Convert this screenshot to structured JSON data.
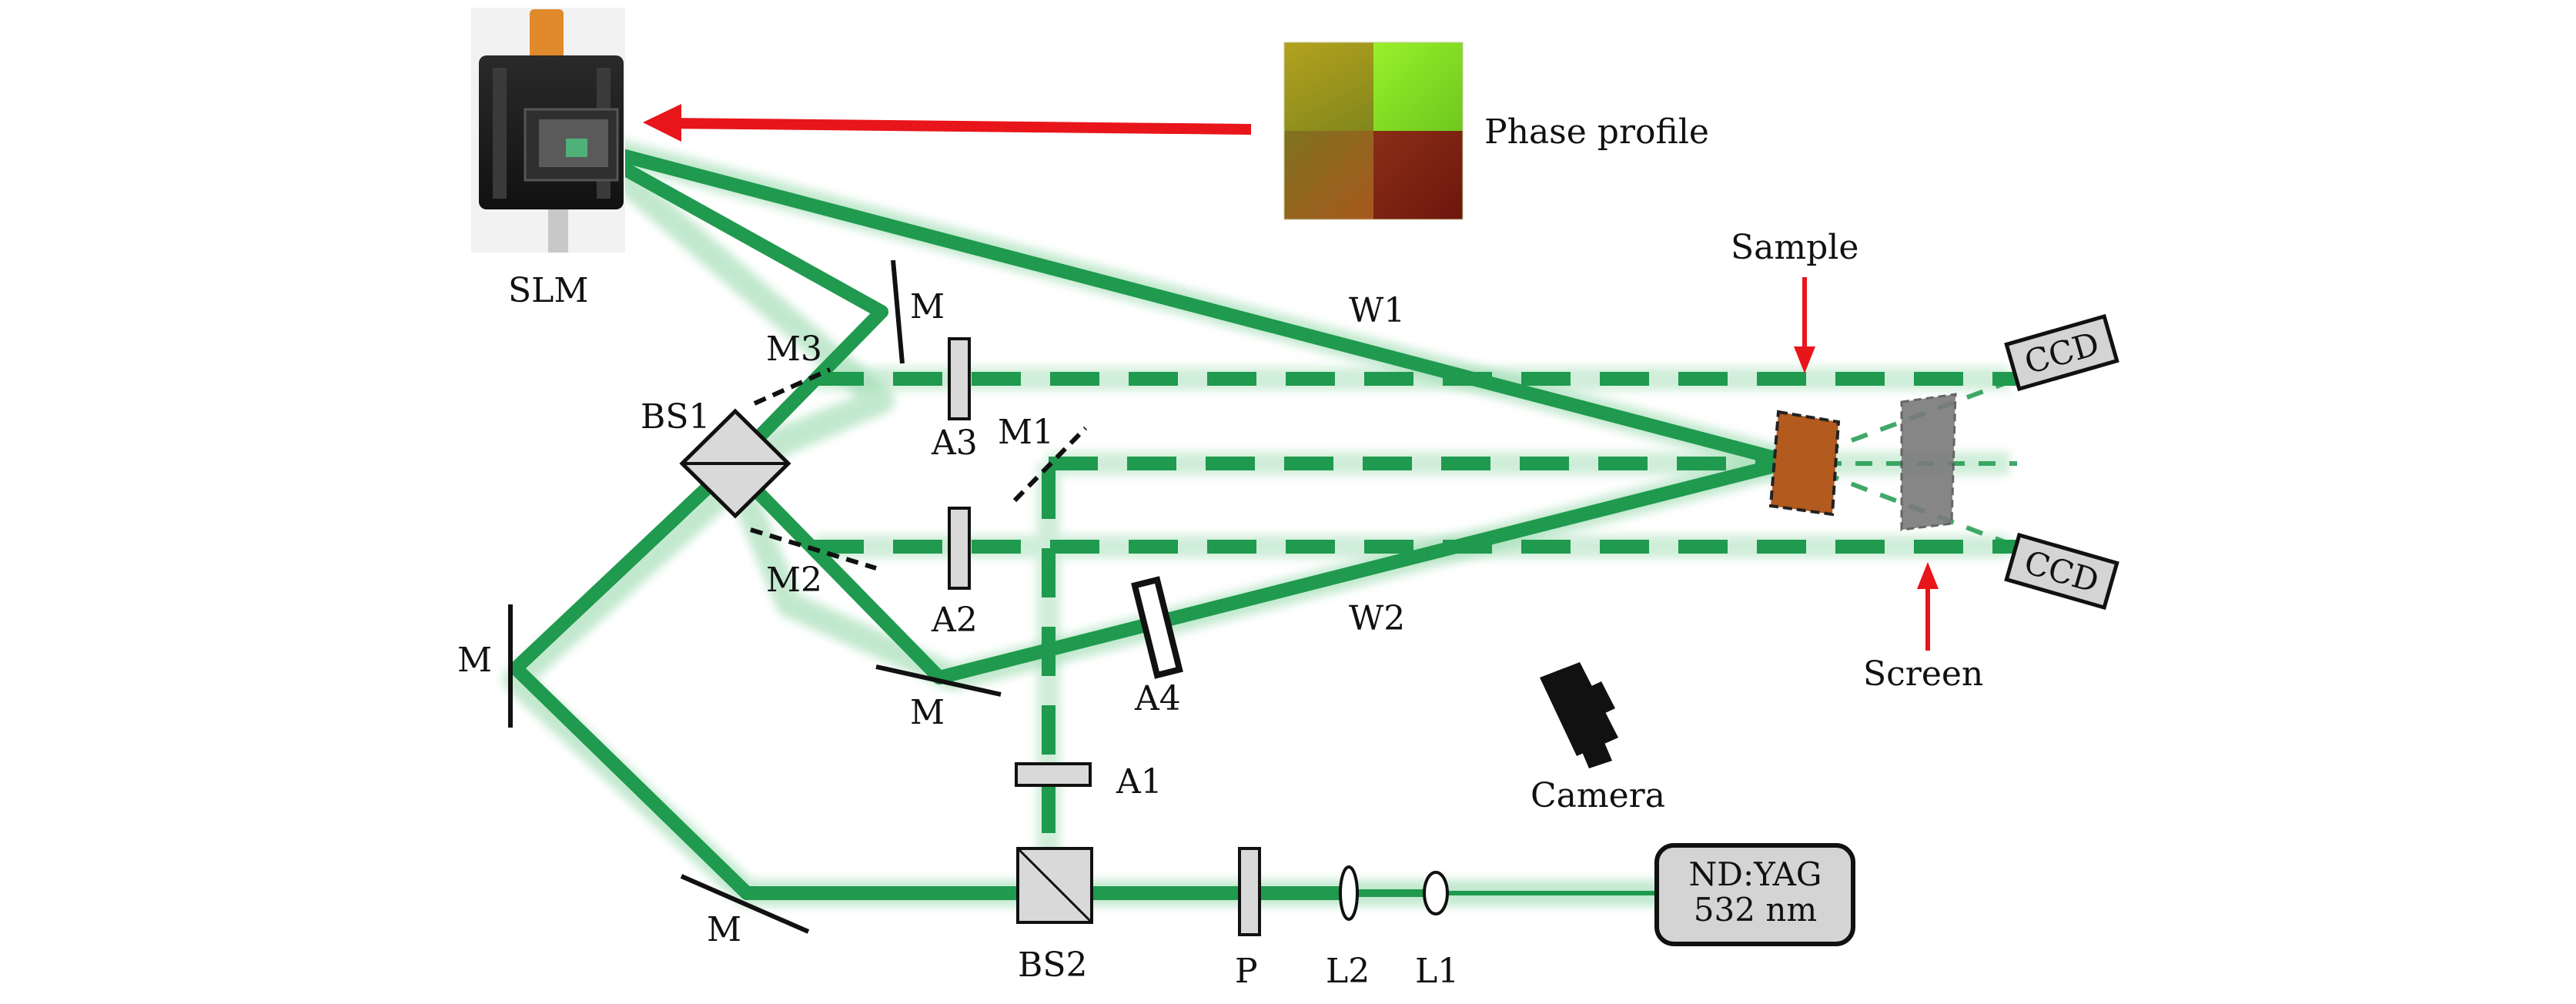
{
  "colors": {
    "beam": "#1f9a4e",
    "beam_glow": "#7fd19a",
    "arrow": "#e8151b",
    "sample": "#b35a1f",
    "screen": "#7a7a7a",
    "component_fill": "#d9d9d9",
    "box_fill": "#d4d4d4"
  },
  "labels": {
    "slm": "SLM",
    "phase_profile": "Phase profile",
    "m_top": "M",
    "m3": "M3",
    "bs1": "BS1",
    "a3": "A3",
    "m1": "M1",
    "w1": "W1",
    "sample": "Sample",
    "ccd_top": "CCD",
    "ccd_bottom": "CCD",
    "m2": "M2",
    "a2": "A2",
    "m_left": "M",
    "m_mid": "M",
    "a4": "A4",
    "w2": "W2",
    "screen": "Screen",
    "camera": "Camera",
    "a1": "A1",
    "m_bottom": "M",
    "bs2": "BS2",
    "p": "P",
    "l2": "L2",
    "l1": "L1",
    "laser_line1": "ND:YAG",
    "laser_line2": "532 nm"
  },
  "icons": {
    "slm": "slm-device-photo",
    "phase": "vortex-phase-profile",
    "camera": "camera-icon"
  }
}
